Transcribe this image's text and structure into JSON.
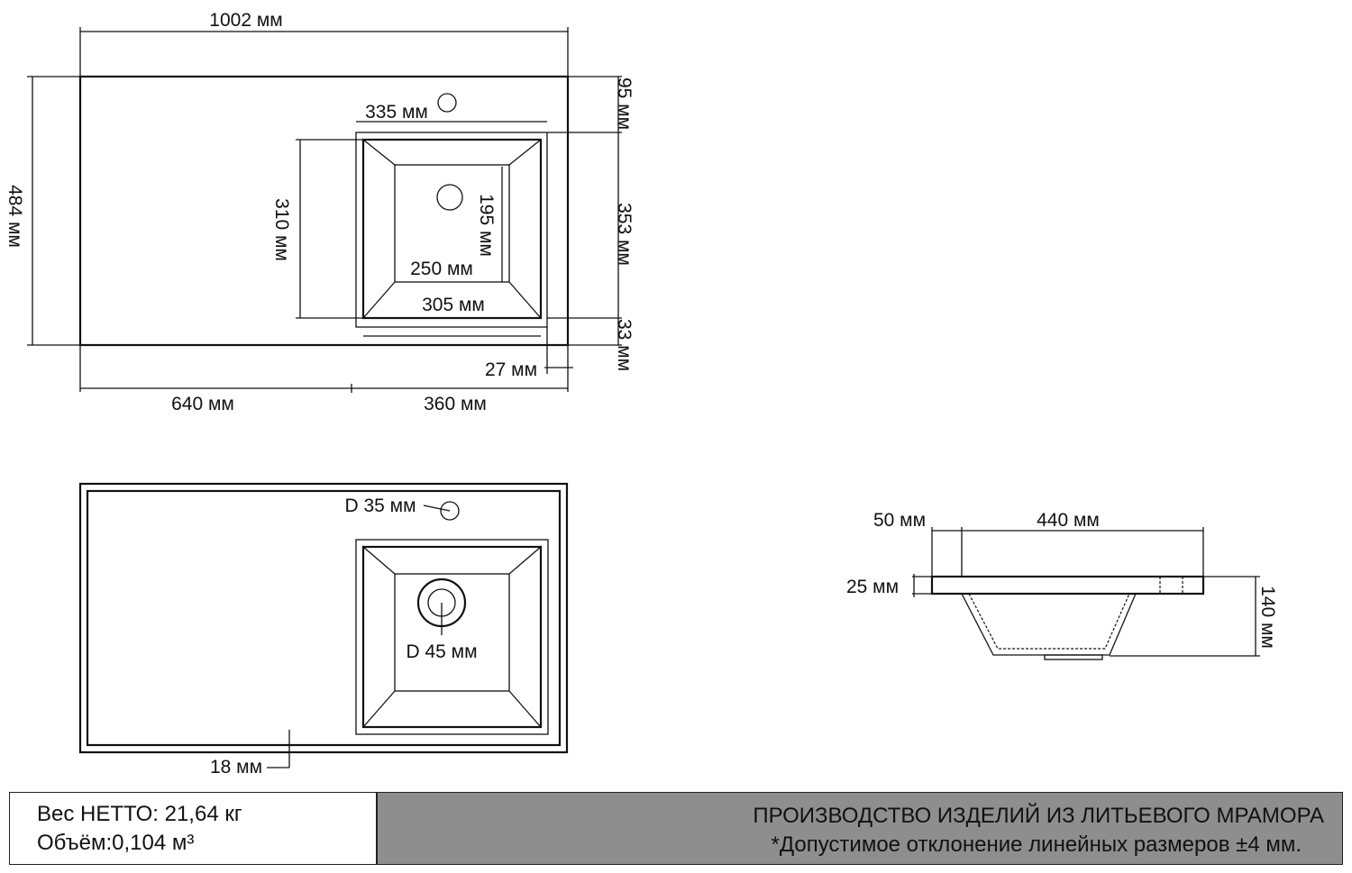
{
  "top_view": {
    "overall_width": "1002 мм",
    "overall_depth": "484 мм",
    "left_part": "640 мм",
    "right_part": "360 мм",
    "bowl_outer_width": "335 мм",
    "bowl_depth": "310 мм",
    "bowl_bottom_depth": "195 мм",
    "bowl_bottom_width": "250 мм",
    "bowl_width": "305 мм",
    "back_offset": "95 мм",
    "bowl_span": "353 мм",
    "front_offset": "33 мм",
    "side_offset": "27 мм"
  },
  "bottom_view": {
    "tap_hole": "D 35 мм",
    "drain_hole": "D 45 мм",
    "edge": "18 мм"
  },
  "side_view": {
    "lip": "50 мм",
    "width": "440 мм",
    "thickness": "25 мм",
    "height": "140 мм"
  },
  "footer": {
    "weight": "Вес НЕТТО: 21,64 кг",
    "volume": "Объём:0,104 м³",
    "title": "ПРОИЗВОДСТВО ИЗДЕЛИЙ ИЗ ЛИТЬЕВОГО МРАМОРА",
    "note": "*Допустимое отклонение линейных размеров ±4 мм."
  }
}
